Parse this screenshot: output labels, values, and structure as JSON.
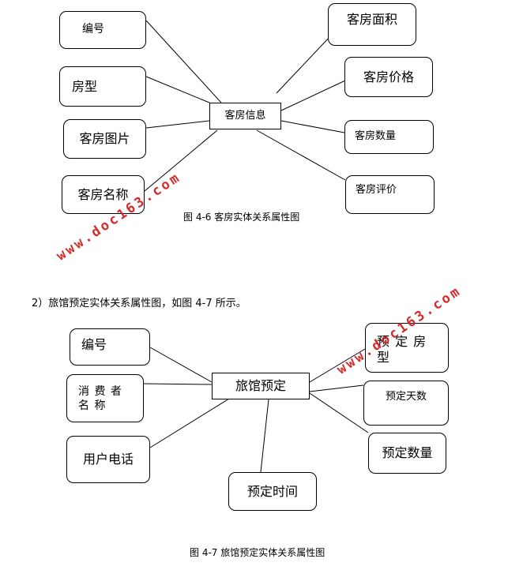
{
  "diagram1": {
    "center": "客房信息",
    "left_nodes": [
      "编号",
      "房型",
      "客房图片",
      "客房名称"
    ],
    "right_nodes": [
      "客房面积",
      "客房价格",
      "客房数量",
      "客房评价"
    ],
    "caption": "图 4-6 客房实体关系属性图"
  },
  "paragraph": "2）旅馆预定实体关系属性图，如图 4-7 所示。",
  "diagram2": {
    "center": "旅馆预定",
    "nodes": {
      "id": "编号",
      "consumer_name": "消 费 者 名 称",
      "phone": "用户电话",
      "time": "预定时间",
      "room_type": "预 定 房 型",
      "days": "预定天数",
      "quantity": "预定数量"
    },
    "caption": "图 4-7 旅馆预定实体关系属性图"
  },
  "watermark": "www.doc163.com"
}
